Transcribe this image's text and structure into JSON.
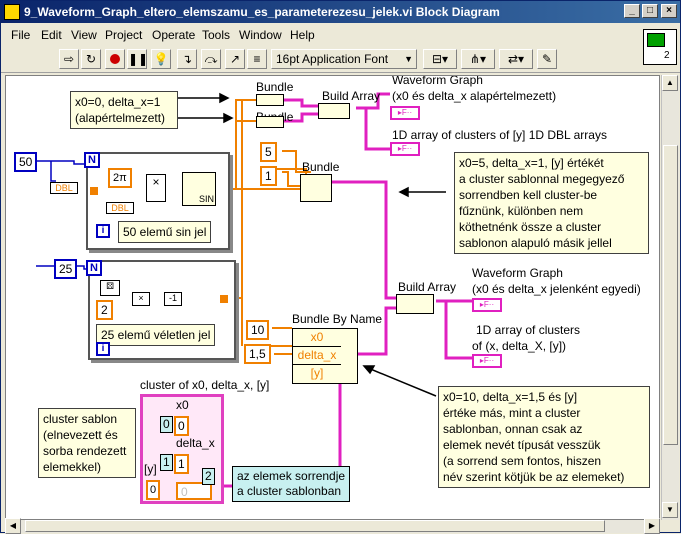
{
  "window": {
    "title": "9_Waveform_Graph_eltero_elemszamu_es_parameterezesu_jelek.vi Block Diagram",
    "minimize": "_",
    "maximize": "□",
    "close": "×"
  },
  "menu": [
    "File",
    "Edit",
    "View",
    "Project",
    "Operate",
    "Tools",
    "Window",
    "Help"
  ],
  "toolbar": {
    "font_select": "16pt Application Font",
    "icons": [
      "run-arrow-icon",
      "run-continuous-icon",
      "abort-icon",
      "pause-icon",
      "highlight-icon",
      "step-into-icon",
      "step-over-icon",
      "step-out-icon",
      "align-icon",
      "distribute-icon",
      "reorder-icon",
      "cleanup-icon"
    ]
  },
  "corner_icon_label": "2",
  "diagram": {
    "top_note": [
      "x0=0, delta_x=1",
      "(alapértelmezett)"
    ],
    "bundle1": "Bundle",
    "bundle2": "Bundle",
    "build_array1": "Build Array",
    "graph1_title": "Waveform Graph",
    "graph1_sub": "(x0 és delta_x alapértelmezett)",
    "array1_label": "1D array of clusters of [y] 1D DBL arrays",
    "n50": "50",
    "n25": "25",
    "dbl": "DBL",
    "twopi": "2π",
    "sin": "SIN",
    "loop1_label": "50 elemű sin jel",
    "loop2_label": "25 elemű véletlen jel",
    "loop_n": "N",
    "loop_i": "i",
    "c5": "5",
    "c1": "1",
    "c2": "2",
    "bundle3": "Bundle",
    "right_note": [
      "x0=5, delta_x=1, [y] értékét",
      "a cluster sablonnal megegyező",
      "sorrendben kell cluster-be",
      "fűznünk, különben nem",
      "köthetnénk össze a cluster",
      "sablonon alapuló másik jellel"
    ],
    "build_array2": "Build Array",
    "graph2_title": "Waveform Graph",
    "graph2_sub": "(x0 és delta_x jelenként egyedi)",
    "array2_label1": "1D array of clusters",
    "array2_label2": "of (x, delta_X, [y])",
    "bbn_title": "Bundle By Name",
    "bbn_items": [
      "x0",
      "delta_x",
      "[y]"
    ],
    "c10": "10",
    "c15": "1,5",
    "bottom_note": [
      "x0=10, delta_x=1,5 és [y]",
      "értéke más, mint a cluster",
      "sablonban, onnan csak az",
      "elemek nevét típusát vesszük",
      "(a sorrend sem fontos, hiszen",
      "név szerint kötjük be az elemeket)"
    ],
    "cluster_title": "cluster of x0, delta_x, [y]",
    "cluster_x0": "x0",
    "cluster_dx": "delta_x",
    "cluster_y": "[y]",
    "cluster_v0": "0",
    "cluster_v1": "1",
    "cluster_idx": "0",
    "cluster_side": "2",
    "left_note": [
      "cluster sablon",
      "(elnevezett és",
      "sorba rendezett",
      "elemekkel)"
    ],
    "teal_note": [
      "az elemek sorrendje",
      "a cluster sablonban"
    ]
  },
  "colors": {
    "wire_orange": "#f08000",
    "wire_pink": "#e020c0",
    "wire_blue": "#0000c0",
    "note_bg": "#ffffe0"
  }
}
